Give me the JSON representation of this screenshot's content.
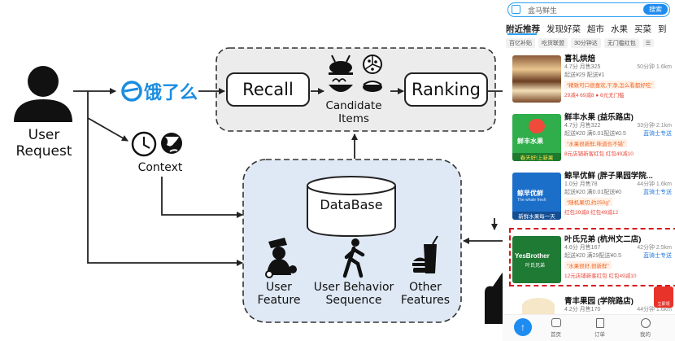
{
  "diagram": {
    "user_label": [
      "User",
      "Request"
    ],
    "context_label": "Context",
    "recall_label": "Recall",
    "ranking_label": "Ranking",
    "candidate_label": [
      "Candidate",
      "Items"
    ],
    "database_label": "DataBase",
    "user_feature_label": [
      "User",
      "Feature"
    ],
    "behavior_label": [
      "User Behavior",
      "Sequence"
    ],
    "other_features_label": [
      "Other",
      "Features"
    ],
    "logo_text": "饿了么"
  },
  "phone": {
    "search_placeholder": "盒马鲜生",
    "search_button": "搜索",
    "tabs": [
      "附近推荐",
      "发现好菜",
      "超市",
      "水果",
      "买菜",
      "到"
    ],
    "chips": [
      "百亿补贴",
      "吃货联盟",
      "30分钟达",
      "无门槛红包",
      "☰"
    ],
    "stores": [
      {
        "name": "喜礼烘焙",
        "rating_line": "4.7分  月售325",
        "right_line": "50分钟 1.6km",
        "fee_line": "起送¥29  配送¥1",
        "tag": "“精致可口很喜欢,干净,怎么看都好吃”",
        "coupons": "29减4  69减8  ● 6元无门槛"
      },
      {
        "name": "鲜丰水果 (益乐路店)",
        "rating_line": "4.7分  月售322",
        "right_line": "33分钟 2.1km",
        "fee_line": "起送¥20  满0.01配送¥0.5",
        "fee_right": "蓝骑士专送",
        "tag": "“水果很新鲜,味道也不错”",
        "coupons": "8元店铺新客红包  红包49减10"
      },
      {
        "name": "鲸早优鲜 (胖子果园学院...",
        "rating_line": "1.0分  月售78",
        "right_line": "44分钟 1.6km",
        "fee_line": "起送¥20  满0.01配送¥0",
        "fee_right": "蓝骑士专送",
        "tag": "“随机果切,约250g”",
        "coupons": "红包39减8  红包49减12"
      },
      {
        "name": "叶氏兄弟 (杭州文二店)",
        "rating_line": "4.6分  月售167",
        "right_line": "42分钟 2.5km",
        "fee_line": "起送¥20  满29配送¥0.5",
        "fee_right": "蓝骑士专送",
        "tag": "“水果很好,很新鲜”",
        "coupons": "12元店铺新客红包  红包49减10"
      },
      {
        "name": "青丰果园 (学院路店)",
        "rating_line": "4.2分  月售170",
        "right_line": "44分钟 1.6km"
      }
    ],
    "thumb_texts": {
      "store2_banner": "鲜丰水果",
      "store2_footer": "春天好!上新果",
      "store3_brand": "鲸早优鲜",
      "store3_sub": "The whale fresh",
      "store3_footer": "新鲜水果每一天",
      "store4_brand": "YesBrother",
      "store4_sub": "叶氏兄弟"
    },
    "bottom_bar": [
      "首页",
      "订单",
      "我的"
    ],
    "badge_text": "立即领"
  }
}
